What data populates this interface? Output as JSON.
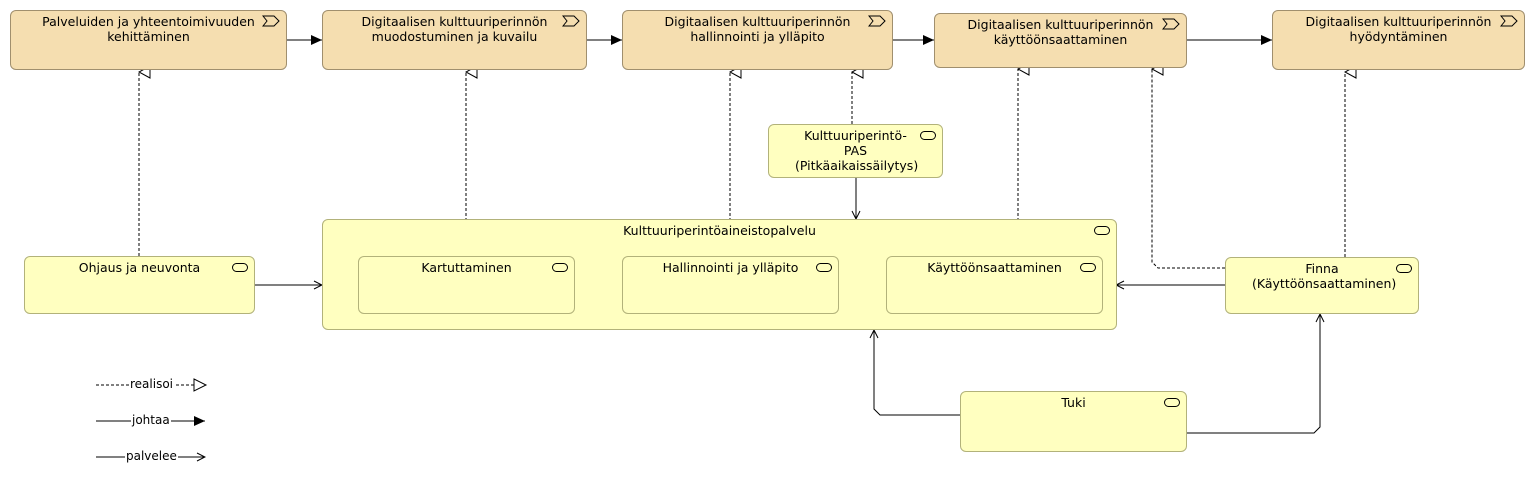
{
  "processes": {
    "p1": "Palveluiden ja yhteentoimivuuden\nkehittäminen",
    "p2": "Digitaalisen kulttuuriperinnön\nmuodostuminen ja kuvailu",
    "p3": "Digitaalisen kulttuuriperinnön\nhallinnointi ja ylläpito",
    "p4": "Digitaalisen kulttuuriperinnön\nkäyttöönsaattaminen",
    "p5": "Digitaalisen kulttuuriperinnön\nhyödyntäminen"
  },
  "services": {
    "pas": "Kulttuuriperintö-PAS\n(Pitkäaikaissäilytys)",
    "main": "Kulttuuriperintöaineistopalvelu",
    "ohjaus": "Ohjaus ja neuvonta",
    "kartuttaminen": "Kartuttaminen",
    "hallinnointi": "Hallinnointi ja ylläpito",
    "kayttoon": "Käyttöönsaattaminen",
    "finna": "Finna\n(Käyttöönsaattaminen)",
    "tuki": "Tuki"
  },
  "icons": {
    "process": "process-arrow-icon",
    "service": "service-rounded-rect-icon"
  },
  "legend": {
    "realisoi": "realisoi",
    "johtaa": "johtaa",
    "palvelee": "palvelee"
  },
  "colors": {
    "process_fill": "#f5deb0",
    "service_fill": "#ffffc0"
  }
}
